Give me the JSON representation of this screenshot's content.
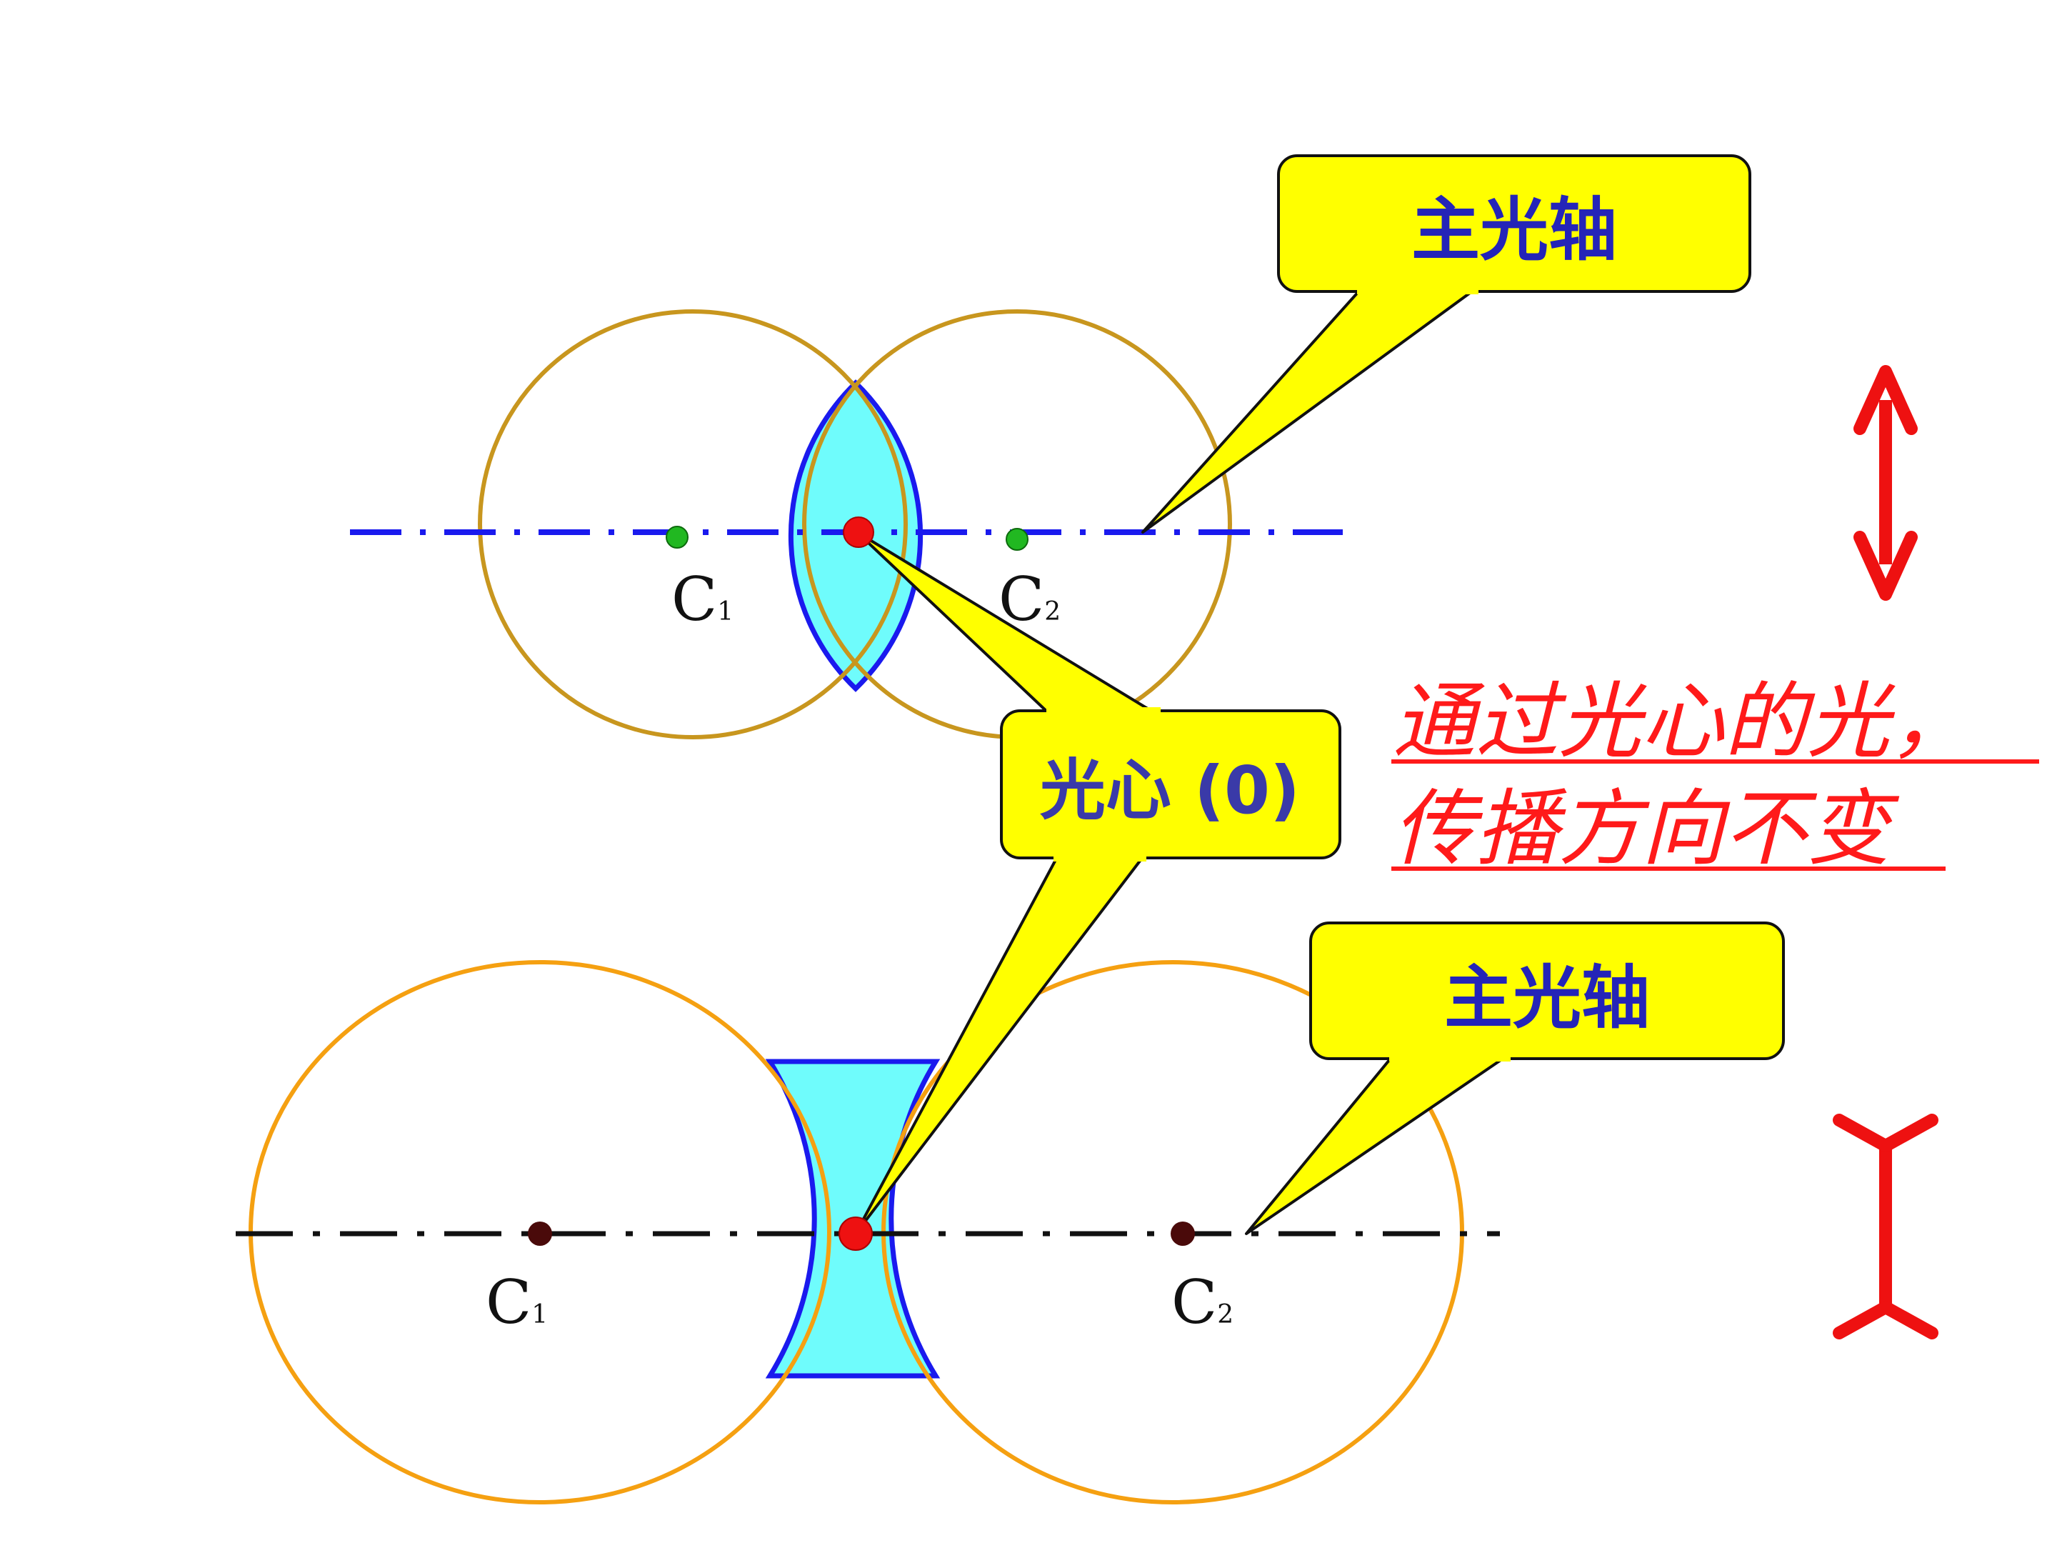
{
  "labels": {
    "principal_axis_top": "主光轴",
    "principal_axis_bottom": "主光轴",
    "optical_center": "光心 (0)",
    "c1_top": "C",
    "c1_top_sub": "1",
    "c2_top": "C",
    "c2_top_sub": "2",
    "c1_bottom": "C",
    "c1_bottom_sub": "1",
    "c2_bottom": "C",
    "c2_bottom_sub": "2",
    "rule_line1": "通过光心的光，",
    "rule_line2": "传播方向不变"
  },
  "colors": {
    "lens_fill": "#6ffcfc",
    "lens_edge": "#1a1aee",
    "circle_top": "#c8961e",
    "circle_bottom": "#f5a011",
    "axis_top": "#1a1aee",
    "axis_bottom": "#111111",
    "callout_fill": "#ffff00",
    "center_dot": "#ee1111",
    "rule_red": "#ff1a1a",
    "green_dot": "#21b821",
    "dark_dot": "#4a0a0a"
  },
  "icons": {
    "convex_lens_symbol": "double-headed-arrow-icon",
    "concave_lens_symbol": "inverted-arrowhead-bar-icon"
  }
}
